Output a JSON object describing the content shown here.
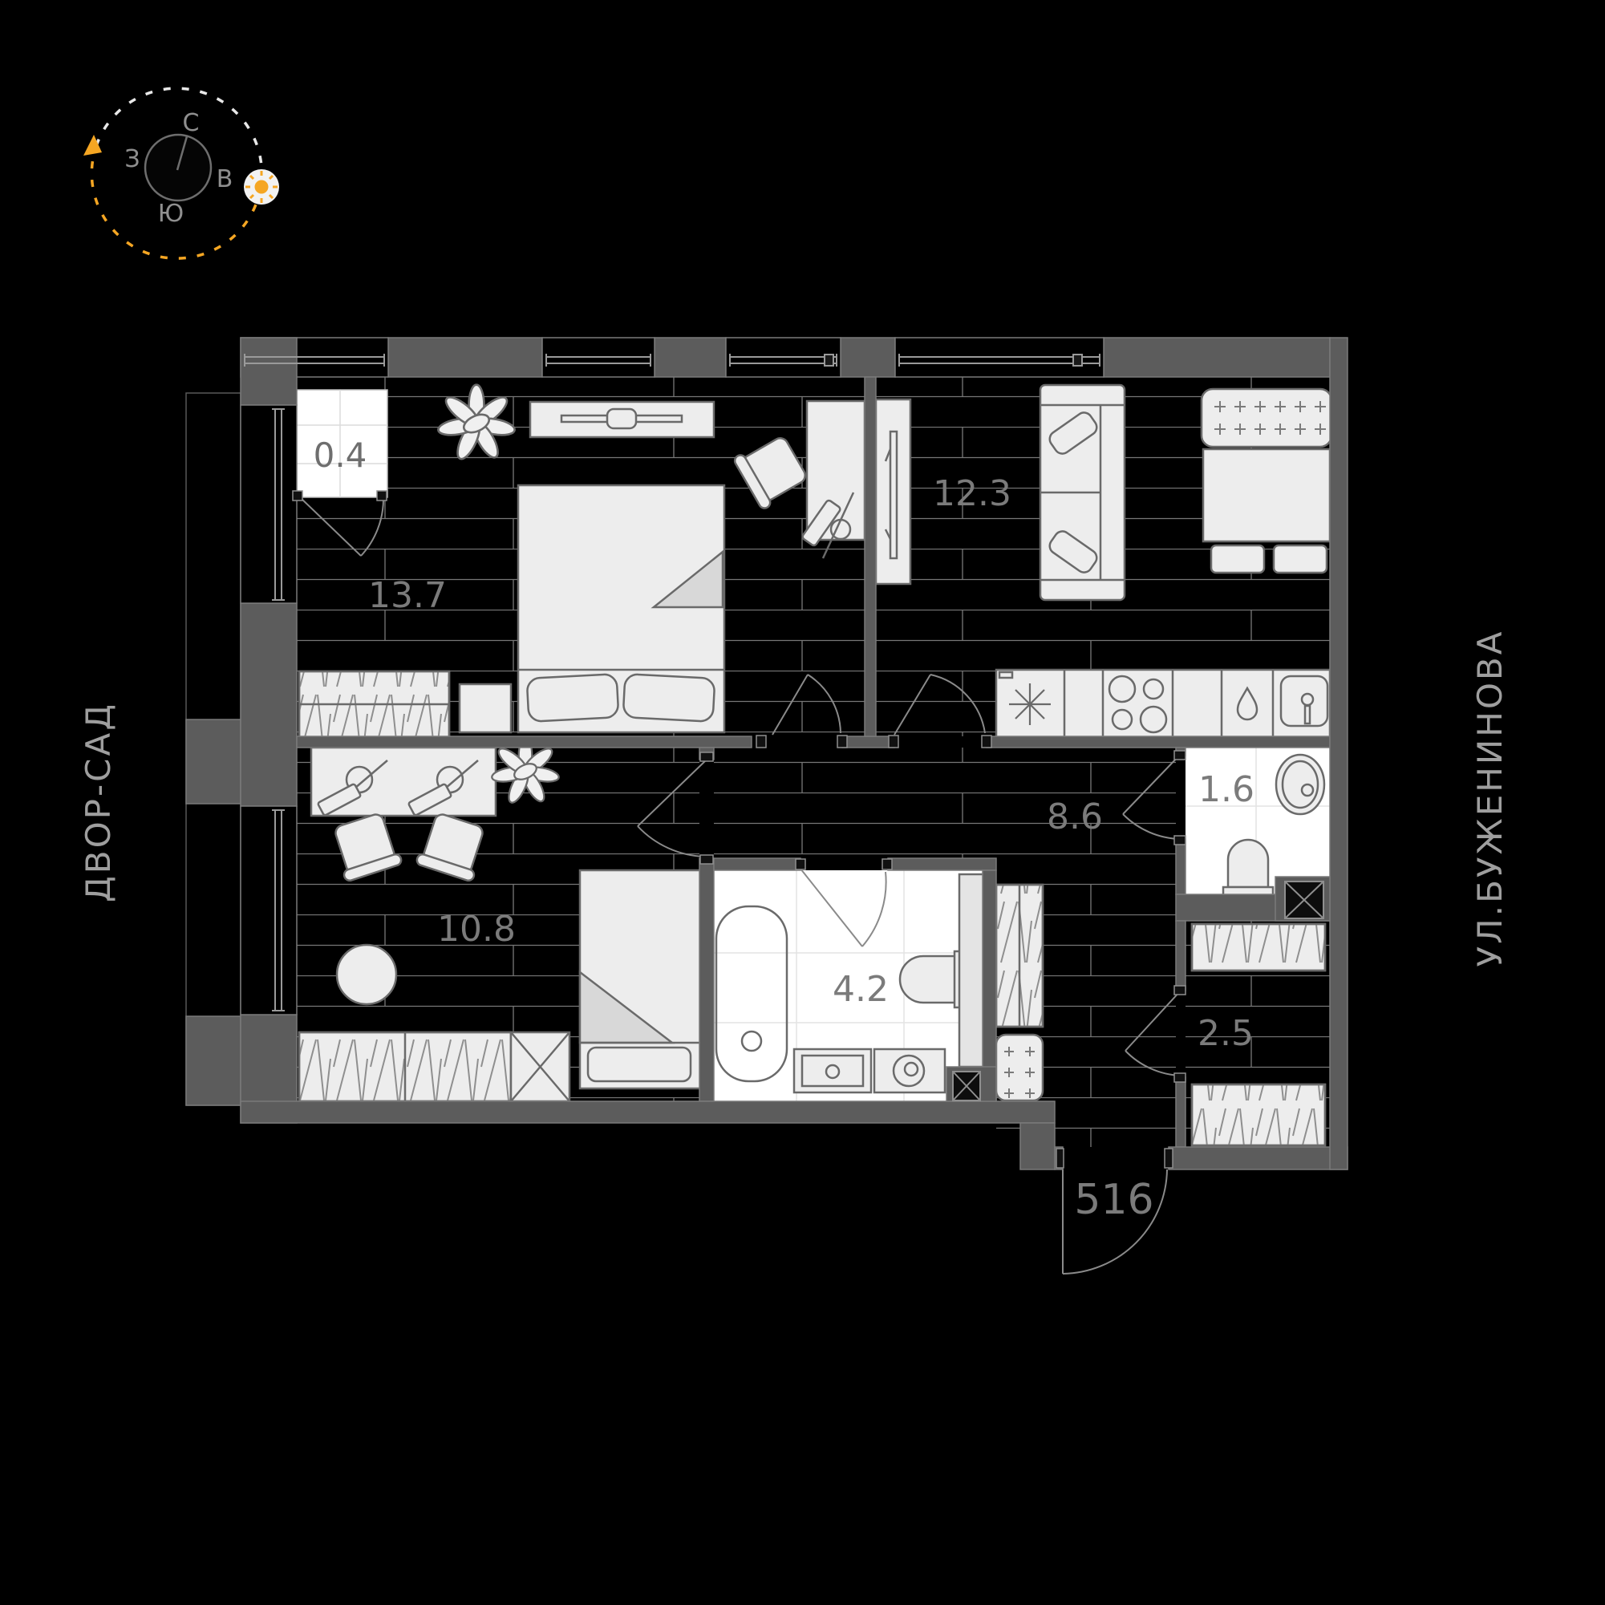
{
  "apartment": {
    "number": "516"
  },
  "rooms": [
    {
      "id": "balcony",
      "area": "0.4"
    },
    {
      "id": "bedroom-main",
      "area": "13.7"
    },
    {
      "id": "living-kitchen",
      "area": "12.3"
    },
    {
      "id": "hallway",
      "area": "8.6"
    },
    {
      "id": "wc",
      "area": "1.6"
    },
    {
      "id": "bathroom",
      "area": "4.2"
    },
    {
      "id": "bedroom-second",
      "area": "10.8"
    },
    {
      "id": "dressing-room",
      "area": "2.5"
    }
  ],
  "compass": {
    "north": "С",
    "south": "Ю",
    "west": "З",
    "east": "В"
  },
  "streets": {
    "left": "ДВОР-САД",
    "right": "УЛ.БУЖЕНИНОВА"
  },
  "colors": {
    "background": "#000000",
    "wall": "#5c5c5c",
    "furniture": "#ededed",
    "accent_sun": "#f5a623",
    "label": "#7b7b7b"
  }
}
